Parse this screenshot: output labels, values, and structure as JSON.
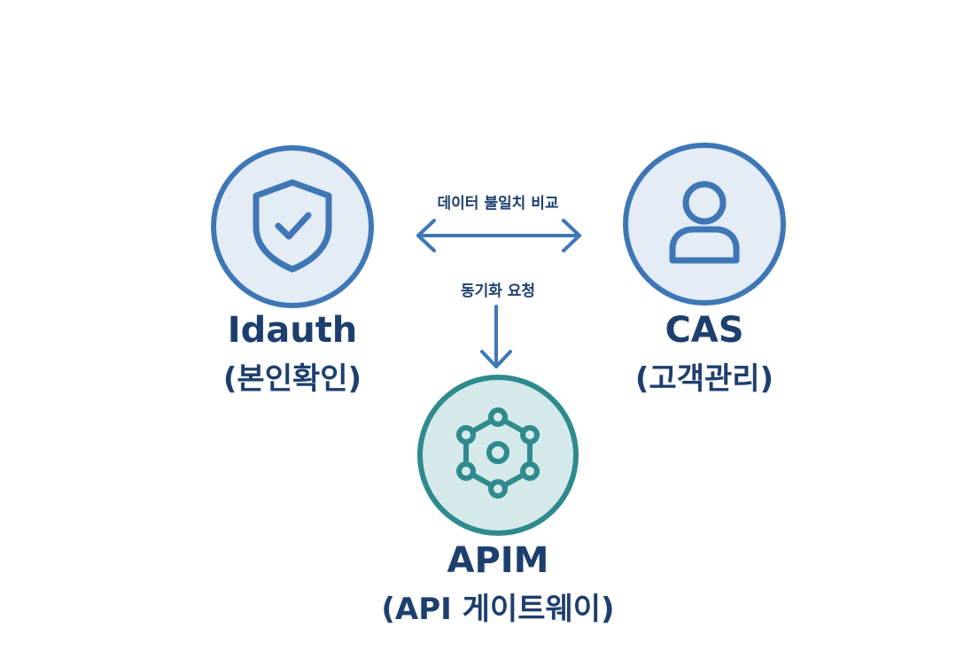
{
  "diagram": {
    "nodes": {
      "idauth": {
        "title": "Idauth",
        "subtitle": "(본인확인)",
        "icon": "shield-check-icon"
      },
      "cas": {
        "title": "CAS",
        "subtitle": "(고객관리)",
        "icon": "user-icon"
      },
      "apim": {
        "title": "APIM",
        "subtitle": "(API 게이트웨이)",
        "icon": "network-hub-icon"
      }
    },
    "edges": {
      "compare": {
        "label": "데이터 불일치 비교",
        "from": "idauth",
        "to": "cas",
        "direction": "bidirectional"
      },
      "sync": {
        "label": "동기화 요청",
        "to": "apim",
        "direction": "down"
      }
    },
    "colors": {
      "primary_blue": "#3f77b6",
      "teal": "#2e8a8d",
      "text_navy": "#1d3f6e",
      "circle_fill_blue": "#e4ecf6",
      "circle_fill_teal": "#d5e9ea"
    }
  }
}
